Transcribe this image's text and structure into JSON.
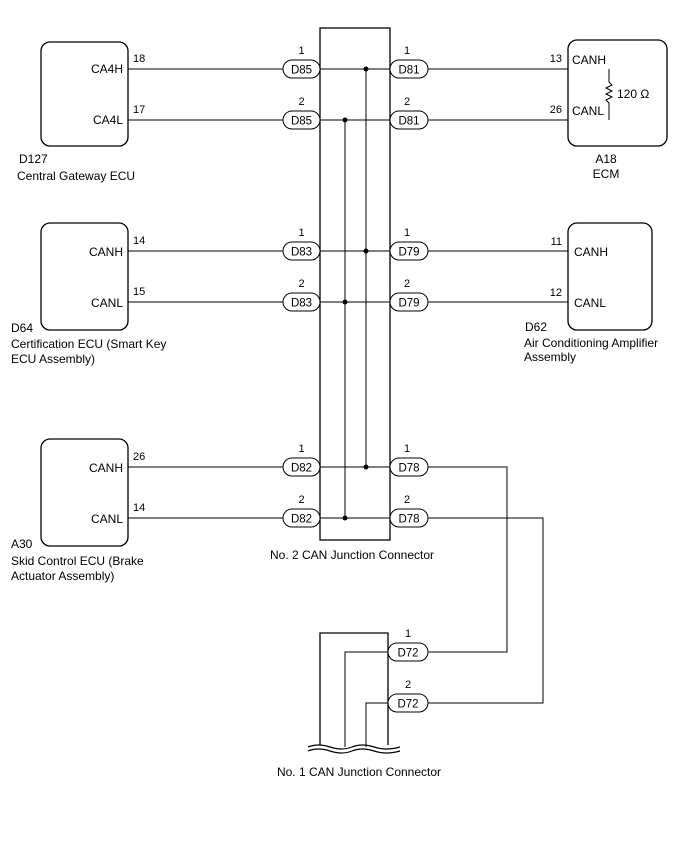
{
  "ecus": {
    "d127": {
      "code": "D127",
      "name": "Central Gateway ECU",
      "high_label": "CA4H",
      "low_label": "CA4L",
      "high_pin": "18",
      "low_pin": "17"
    },
    "d64": {
      "code": "D64",
      "name_line1": "Certification ECU (Smart Key",
      "name_line2": "ECU Assembly)",
      "high_label": "CANH",
      "low_label": "CANL",
      "high_pin": "14",
      "low_pin": "15"
    },
    "a30": {
      "code": "A30",
      "name_line1": "Skid Control ECU (Brake",
      "name_line2": "Actuator Assembly)",
      "high_label": "CANH",
      "low_label": "CANL",
      "high_pin": "26",
      "low_pin": "14"
    },
    "a18": {
      "code": "A18",
      "name": "ECM",
      "high_label": "CANH",
      "low_label": "CANL",
      "high_pin": "13",
      "low_pin": "26",
      "resistor": "120 Ω"
    },
    "d62": {
      "code": "D62",
      "name_line1": "Air Conditioning Amplifier",
      "name_line2": "Assembly",
      "high_label": "CANH",
      "low_label": "CANL",
      "high_pin": "11",
      "low_pin": "12"
    }
  },
  "junction2": {
    "title": "No. 2 CAN Junction Connector",
    "left": [
      {
        "label": "D85",
        "pin": "1"
      },
      {
        "label": "D85",
        "pin": "2"
      },
      {
        "label": "D83",
        "pin": "1"
      },
      {
        "label": "D83",
        "pin": "2"
      },
      {
        "label": "D82",
        "pin": "1"
      },
      {
        "label": "D82",
        "pin": "2"
      }
    ],
    "right": [
      {
        "label": "D81",
        "pin": "1"
      },
      {
        "label": "D81",
        "pin": "2"
      },
      {
        "label": "D79",
        "pin": "1"
      },
      {
        "label": "D79",
        "pin": "2"
      },
      {
        "label": "D78",
        "pin": "1"
      },
      {
        "label": "D78",
        "pin": "2"
      }
    ]
  },
  "junction1": {
    "title": "No. 1 CAN Junction Connector",
    "pins": [
      {
        "label": "D72",
        "pin": "1"
      },
      {
        "label": "D72",
        "pin": "2"
      }
    ]
  }
}
